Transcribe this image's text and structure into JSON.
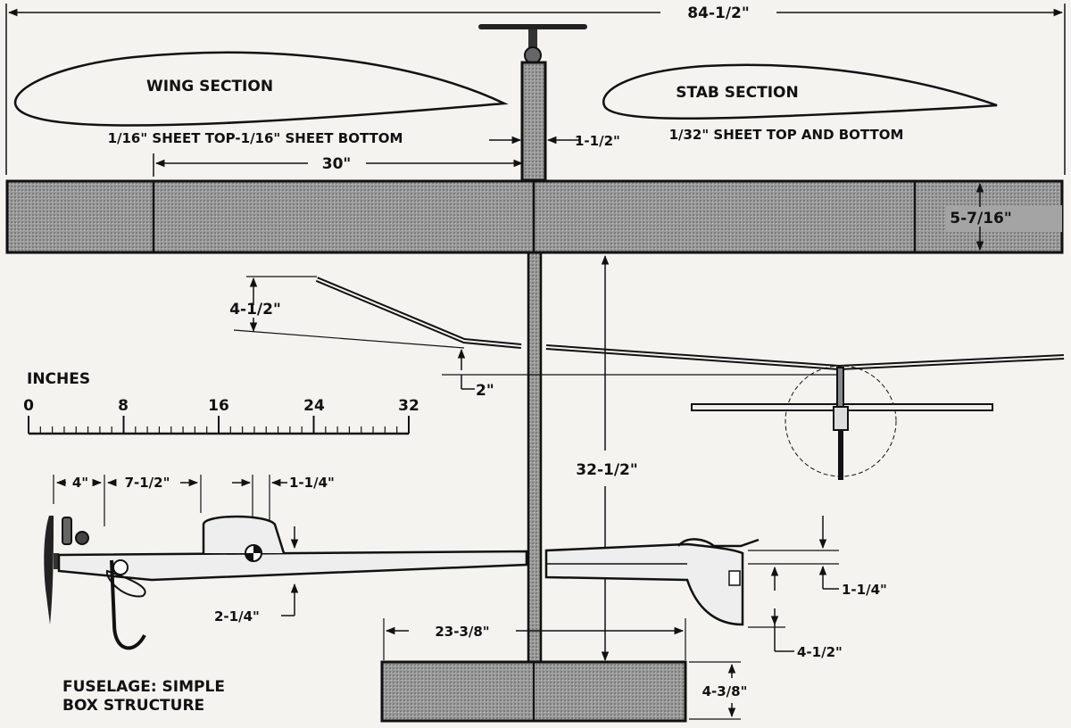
{
  "overall_span": "84-1/2\"",
  "wing_section": {
    "title": "WING SECTION",
    "note": "1/16\" SHEET TOP-1/16\" SHEET BOTTOM"
  },
  "stab_section": {
    "title": "STAB SECTION",
    "note": "1/32\" SHEET TOP AND BOTTOM"
  },
  "dims": {
    "fuselage_width": "1-1/2\"",
    "wing_panel": "30\"",
    "wing_chord": "5-7/16\"",
    "dihedral_tip": "4-1/2\"",
    "dihedral_center": "2\"",
    "moment_arm": "32-1/2\"",
    "nose_a": "4\"",
    "nose_b": "7-1/2\"",
    "cabin": "1-1/4\"",
    "fuse_depth": "2-1/4\"",
    "tail_depth": "1-1/4\"",
    "rudder_height": "4-1/2\"",
    "stab_span": "23-3/8\"",
    "stab_chord": "4-3/8\""
  },
  "scale": {
    "title": "INCHES",
    "ticks": [
      "0",
      "8",
      "16",
      "24",
      "32"
    ]
  },
  "fuselage_note": {
    "line1": "FUSELAGE: SIMPLE",
    "line2": "BOX STRUCTURE"
  }
}
